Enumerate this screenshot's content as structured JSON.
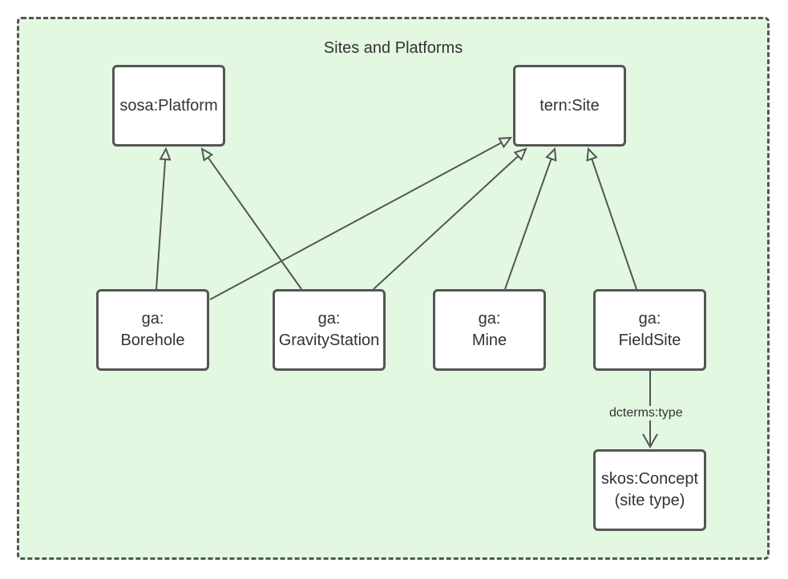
{
  "diagram": {
    "title": "Sites and Platforms",
    "nodes": {
      "platform": {
        "lines": [
          "sosa:Platform"
        ]
      },
      "site": {
        "lines": [
          "tern:Site"
        ]
      },
      "borehole": {
        "lines": [
          "ga:",
          "Borehole"
        ]
      },
      "gravity_station": {
        "lines": [
          "ga:",
          "GravityStation"
        ]
      },
      "mine": {
        "lines": [
          "ga:",
          "Mine"
        ]
      },
      "field_site": {
        "lines": [
          "ga:",
          "FieldSite"
        ]
      },
      "concept": {
        "lines": [
          "skos:Concept",
          "(site type)"
        ]
      }
    },
    "edges": [
      {
        "from": "borehole",
        "to": "platform",
        "kind": "subclass",
        "label": ""
      },
      {
        "from": "gravity_station",
        "to": "platform",
        "kind": "subclass",
        "label": ""
      },
      {
        "from": "borehole",
        "to": "site",
        "kind": "subclass",
        "label": ""
      },
      {
        "from": "gravity_station",
        "to": "site",
        "kind": "subclass",
        "label": ""
      },
      {
        "from": "mine",
        "to": "site",
        "kind": "subclass",
        "label": ""
      },
      {
        "from": "field_site",
        "to": "site",
        "kind": "subclass",
        "label": ""
      },
      {
        "from": "field_site",
        "to": "concept",
        "kind": "property",
        "label": "dcterms:type"
      }
    ],
    "colors": {
      "background": "#e2f8e1",
      "stroke": "#555555",
      "text": "#333333",
      "node_fill": "#ffffff"
    }
  }
}
